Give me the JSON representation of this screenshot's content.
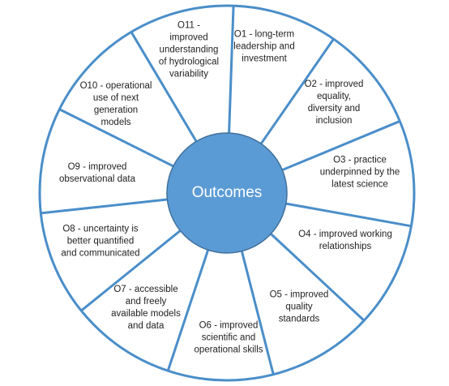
{
  "center": {
    "label": "Outcomes"
  },
  "colors": {
    "line": "#4a8ec9",
    "center_fill": "#5b9bd5",
    "center_text": "#ffffff"
  },
  "segments": [
    {
      "id": "o1",
      "text": "O1 - long-term\nleadership and\ninvestment"
    },
    {
      "id": "o2",
      "text": "O2 - improved\nequality,\ndiversity and\ninclusion"
    },
    {
      "id": "o3",
      "text": "O3 - practice\nunderpinned by the\nlatest science"
    },
    {
      "id": "o4",
      "text": "O4 - improved working\nrelationships"
    },
    {
      "id": "o5",
      "text": "O5 - improved\nquality\nstandards"
    },
    {
      "id": "o6",
      "text": "O6 - improved\nscientific and\noperational skills"
    },
    {
      "id": "o7",
      "text": "O7 - accessible\nand freely\navailable models\nand data"
    },
    {
      "id": "o8",
      "text": "O8 - uncertainty is\nbetter quantified\nand communicated"
    },
    {
      "id": "o9",
      "text": "O9 - improved\nobservational data"
    },
    {
      "id": "o10",
      "text": "O10 - operational\nuse of next\ngeneration\nmodels"
    },
    {
      "id": "o11",
      "text": "O11 -\nimproved\nunderstanding\nof hydrological\nvariability"
    }
  ]
}
